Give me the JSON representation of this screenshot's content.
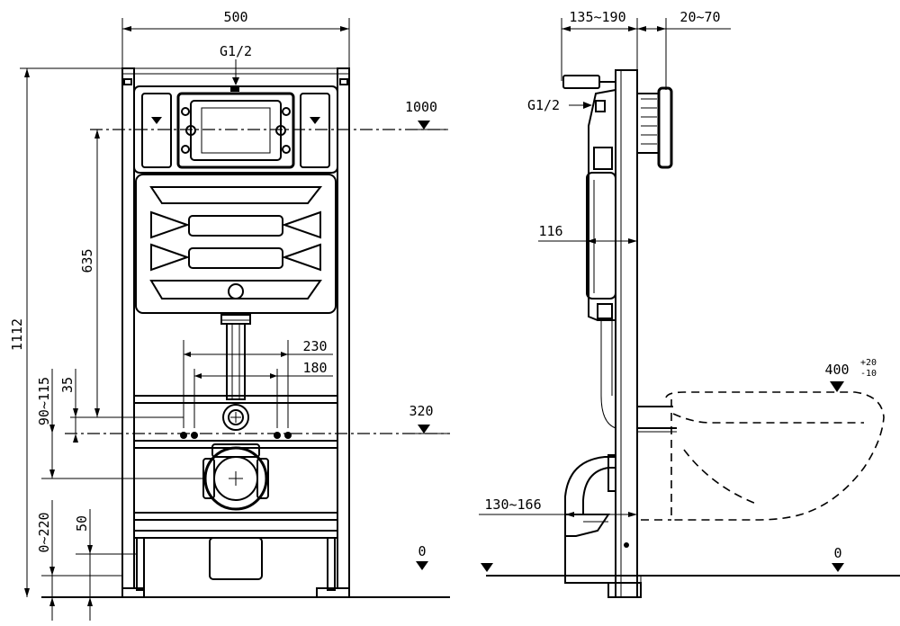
{
  "front_view": {
    "width_label": "500",
    "inlet_label": "G1/2",
    "height_label": "1112",
    "button_height_label": "1000",
    "spacing_label": "635",
    "bolt_outer_label": "230",
    "bolt_inner_label": "180",
    "inlet_offset_label": "35",
    "drain_range_label": "90~115",
    "foot_range_label": "0~220",
    "foot_step_label": "50",
    "bolt_height_label": "320",
    "floor_label": "0"
  },
  "side_view": {
    "depth_range_label": "135~190",
    "wall_range_label": "20~70",
    "inlet_label": "G1/2",
    "tank_depth_label": "116",
    "drain_range_label": "130~166",
    "bowl_height_label": "400",
    "bowl_tol_plus": "+20",
    "bowl_tol_minus": "-10",
    "floor_label": "0"
  }
}
